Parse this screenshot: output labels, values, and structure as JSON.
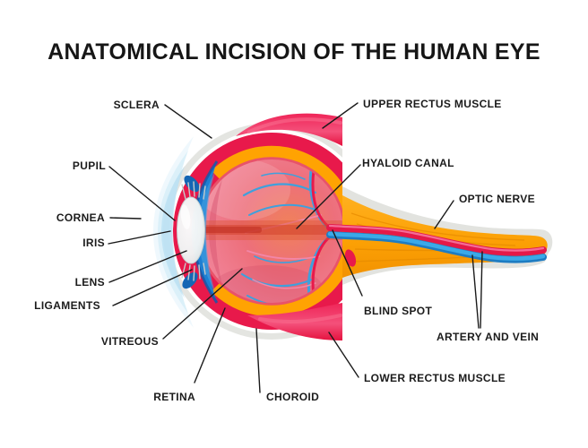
{
  "title": "ANATOMICAL INCISION OF THE HUMAN EYE",
  "labels": {
    "sclera": "SCLERA",
    "pupil": "PUPIL",
    "cornea": "CORNEA",
    "iris": "IRIS",
    "lens": "LENS",
    "ligaments": "LIGAMENTS",
    "vitreous": "VITREOUS",
    "retina": "RETINA",
    "choroid": "CHOROID",
    "upper_rectus": "UPPER RECTUS MUSCLE",
    "hyaloid": "HYALOID CANAL",
    "optic_nerve": "OPTIC NERVE",
    "blind_spot": "BLIND SPOT",
    "artery_vein": "ARTERY AND VEIN",
    "lower_rectus": "LOWER RECTUS MUSCLE"
  },
  "colors": {
    "sclera_gray": "#E4E5E1",
    "choroid_red": "#E8194B",
    "retina_orange": "#FFA302",
    "iris_blue": "#1E7FD2",
    "vein_blue": "#2FA3E2",
    "artery_red": "#E41949",
    "vitreous_pink": "#ED6F7B",
    "cornea_light_blue": "#CDEBF7",
    "label_text": "#1B1B1B"
  }
}
